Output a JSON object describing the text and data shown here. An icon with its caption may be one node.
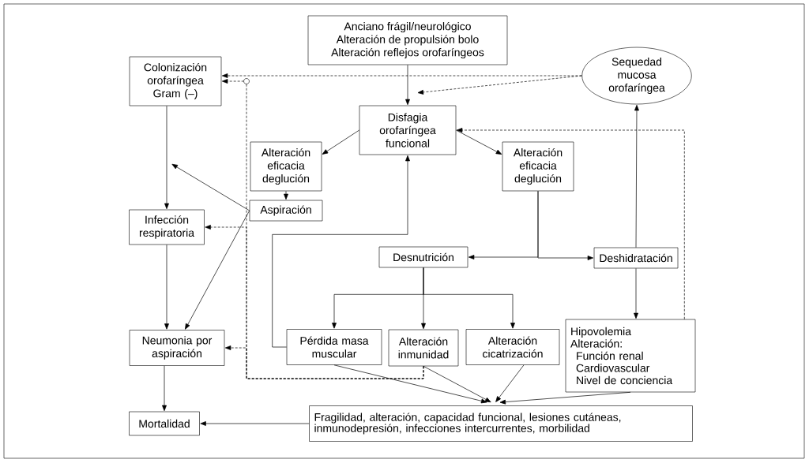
{
  "diagram": {
    "nodes": [
      {
        "text": [
          "Anciano frágil/neurológico",
          "Alteración de propulsión bolo",
          "Alteración reflejos orofaríngeos"
        ]
      },
      {
        "text": [
          "Colonización orofaríngea Gram (–)"
        ]
      },
      {
        "text": [
          "Sequedad mucosa orofaríngea"
        ]
      },
      {
        "text": [
          "Disfagia orofaríngea funcional"
        ]
      },
      {
        "text": [
          "Alteración eficacia deglución"
        ]
      },
      {
        "text": [
          "Alteración eficacia deglución"
        ]
      },
      {
        "text": [
          "Aspiración"
        ]
      },
      {
        "text": [
          "Infección respiratoria"
        ]
      },
      {
        "text": [
          "Desnutrición"
        ]
      },
      {
        "text": [
          "Deshidratación"
        ]
      },
      {
        "text": [
          "Neumonia por aspiración"
        ]
      },
      {
        "text": [
          "Pérdida masa muscular"
        ]
      },
      {
        "text": [
          "Alteración inmunidad"
        ]
      },
      {
        "text": [
          "Alteración cicatrización"
        ]
      },
      {
        "text": [
          "Hipovolemia",
          "Alteración:",
          "Función renal",
          "Cardiovascular",
          "Nivel de conciencia"
        ]
      },
      {
        "text": [
          "Mortalidad"
        ]
      },
      {
        "text": [
          "Fragilidad, alteración, capacidad funcional, lesiones cutáneas, inmunodepresión, infecciones intercurrentes, morbilidad"
        ]
      }
    ],
    "edges": [
      {
        "from": 0,
        "to": 3,
        "arrow": "to"
      },
      {
        "from": 2,
        "to": 1,
        "arrow": "to",
        "style": "dashed"
      },
      {
        "from": 2,
        "to": 3,
        "arrow": "to",
        "style": "dashed"
      },
      {
        "from": 14,
        "to": 3,
        "arrow": "to",
        "style": "dashed"
      },
      {
        "from": 12,
        "to": 1,
        "arrow": "to",
        "style": "dashed"
      },
      {
        "from": 12,
        "to": 7,
        "arrow": "to",
        "style": "dashed"
      },
      {
        "from": 12,
        "to": 10,
        "arrow": "to",
        "style": "dashed"
      },
      {
        "from": 3,
        "to": 4,
        "arrow": "to"
      },
      {
        "from": 3,
        "to": 5,
        "arrow": "to"
      },
      {
        "from": 4,
        "to": 6,
        "arrow": "to"
      },
      {
        "from": 6,
        "to": 7,
        "arrow": "to"
      },
      {
        "from": 6,
        "to": 10,
        "arrow": "to"
      },
      {
        "from": 1,
        "to": 7,
        "arrow": "to"
      },
      {
        "from": 7,
        "to": 10,
        "arrow": "to"
      },
      {
        "from": 10,
        "to": 15,
        "arrow": "to"
      },
      {
        "from": 5,
        "to": 8,
        "arrow": "to"
      },
      {
        "from": 5,
        "to": 9,
        "arrow": "to"
      },
      {
        "from": 9,
        "to": 2,
        "arrow": "to"
      },
      {
        "from": 9,
        "to": 14,
        "arrow": "to"
      },
      {
        "from": 8,
        "to": 11,
        "arrow": "to"
      },
      {
        "from": 8,
        "to": 12,
        "arrow": "to"
      },
      {
        "from": 8,
        "to": 13,
        "arrow": "to"
      },
      {
        "from": 11,
        "to": 3,
        "arrow": "to"
      },
      {
        "from": 11,
        "to": 16,
        "arrow": "to"
      },
      {
        "from": 12,
        "to": 16,
        "arrow": "to"
      },
      {
        "from": 13,
        "to": 16,
        "arrow": "to"
      },
      {
        "from": 14,
        "to": 16,
        "arrow": "to"
      },
      {
        "from": 16,
        "to": 15,
        "arrow": "to"
      }
    ]
  }
}
